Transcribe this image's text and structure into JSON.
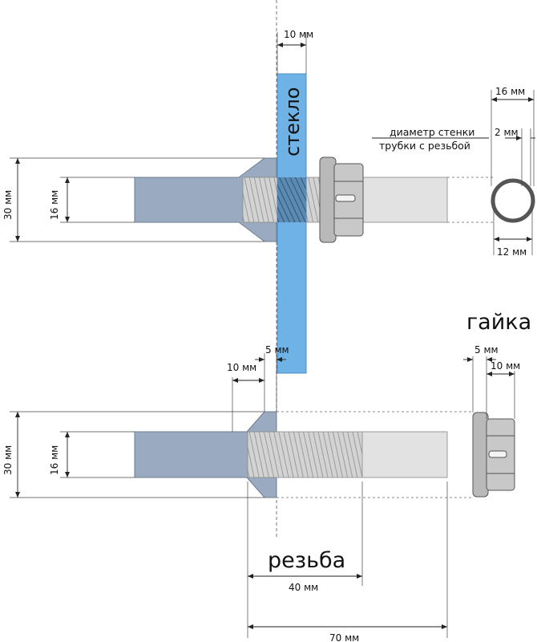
{
  "labels": {
    "glass": "стекло",
    "nut": "гайка",
    "thread": "резьба",
    "wall_line1": "диаметр стенки",
    "wall_line2": "трубки с резьбой"
  },
  "dimensions": {
    "glass_thickness": "10 мм",
    "tube_outer_diameter_top": "16 мм",
    "wall_thickness": "2 мм",
    "tube_inner_diameter": "12 мм",
    "head_diameter_top": "30 мм",
    "bolt_diameter_top": "16 мм",
    "cone_length": "10 мм",
    "cone_step": "5 мм",
    "nut_flange": "5 мм",
    "nut_body": "10 мм",
    "head_diameter_bottom": "30 мм",
    "bolt_diameter_bottom": "16 мм",
    "thread_length": "40 мм",
    "total_length": "70 мм"
  },
  "colors": {
    "glass": "#6fb3e6",
    "steel": "#9aaac0",
    "tube": "#e2e2e2",
    "thread": "#cfcfcf",
    "nut": "#b9b9b9",
    "line": "#222222"
  }
}
